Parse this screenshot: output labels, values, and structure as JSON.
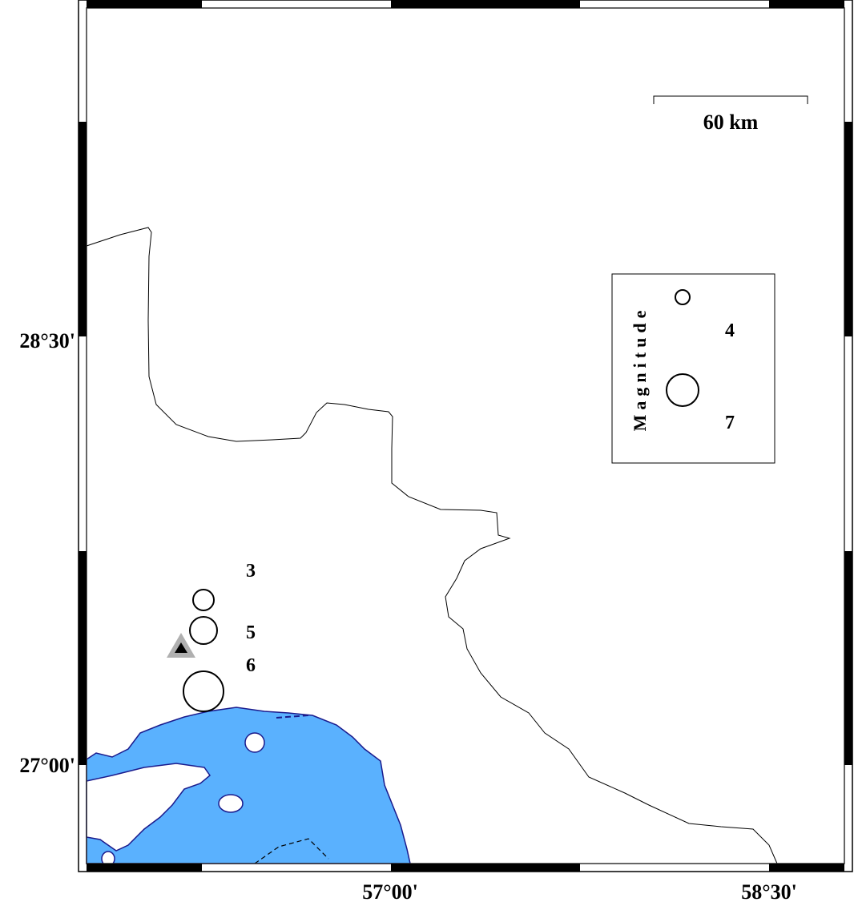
{
  "axes": {
    "y_labels": [
      "28°30'",
      "27°00'"
    ],
    "x_labels": [
      "57°00'",
      "58°30'"
    ]
  },
  "scale_bar": {
    "label": "60 km"
  },
  "legend": {
    "title": "Magnitude",
    "entries": [
      {
        "magnitude": 4,
        "label": "4"
      },
      {
        "magnitude": 7,
        "label": "7"
      }
    ]
  },
  "events": [
    {
      "label": "3",
      "magnitude": 3
    },
    {
      "label": "5",
      "magnitude": 5
    },
    {
      "label": "6",
      "magnitude": 6
    }
  ],
  "station": {
    "icon": "triangle-station-icon"
  },
  "colors": {
    "sea": "#5ab1fe",
    "coast": "#1a1a8c",
    "border": "#000000",
    "station_outer": "#b0b0b0"
  }
}
